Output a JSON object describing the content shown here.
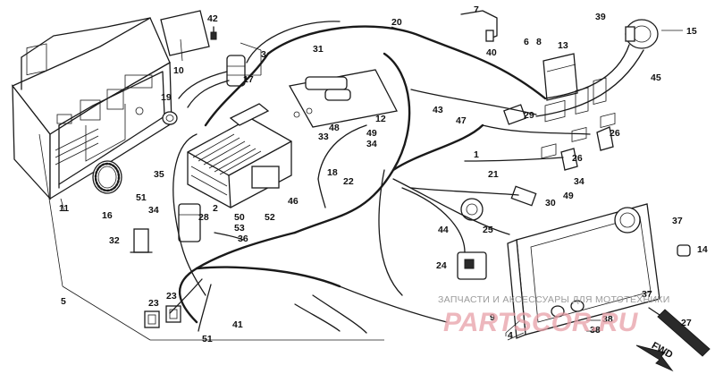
{
  "diagram": {
    "part_numbers": [
      "1",
      "2",
      "3",
      "4",
      "5",
      "6",
      "8",
      "9",
      "10",
      "11",
      "12",
      "13",
      "14",
      "15",
      "16",
      "17",
      "18",
      "19",
      "20",
      "21",
      "22",
      "23",
      "24",
      "25",
      "26",
      "27",
      "28",
      "29",
      "30",
      "31",
      "32",
      "33",
      "34",
      "35",
      "36",
      "37",
      "38",
      "39",
      "40",
      "41",
      "42",
      "43",
      "44",
      "45",
      "46",
      "47",
      "48",
      "49",
      "50",
      "51",
      "52",
      "53"
    ],
    "direction_label": "FWD",
    "watermark_text": "ЗАПЧАСТИ И АКСЕССУАРЫ ДЛЯ МОТОТЕХНИКИ",
    "watermark_logo": "PARTSCOR.RU"
  }
}
